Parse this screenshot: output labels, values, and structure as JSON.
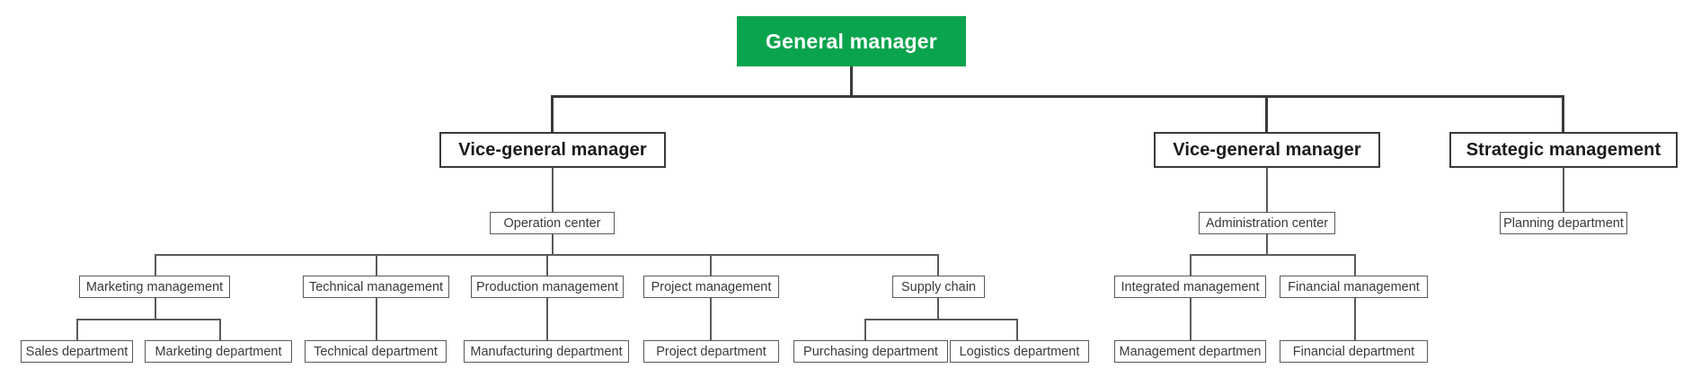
{
  "chart_data": {
    "type": "diagram",
    "subtype": "org-chart",
    "title": "",
    "orientation": "top-down",
    "colors": {
      "root_fill": "#0BA44E",
      "root_text": "#FFFFFF",
      "level1_border": "#3A3A3A",
      "node_border": "#5A5A5A",
      "node_text": "#3A3A3A",
      "connector": "#3A3A3A",
      "background": "#FFFFFF"
    },
    "nodes": [
      {
        "id": "general-manager",
        "label": "General manager",
        "level": 0,
        "parent": null
      },
      {
        "id": "vice-general-manager-1",
        "label": "Vice-general manager",
        "level": 1,
        "parent": "general-manager"
      },
      {
        "id": "vice-general-manager-2",
        "label": "Vice-general manager",
        "level": 1,
        "parent": "general-manager"
      },
      {
        "id": "strategic-management",
        "label": "Strategic management",
        "level": 1,
        "parent": "general-manager"
      },
      {
        "id": "operation-center",
        "label": "Operation center",
        "level": 2,
        "parent": "vice-general-manager-1"
      },
      {
        "id": "administration-center",
        "label": "Administration center",
        "level": 2,
        "parent": "vice-general-manager-2"
      },
      {
        "id": "planning-department",
        "label": "Planning department",
        "level": 2,
        "parent": "strategic-management"
      },
      {
        "id": "marketing-management",
        "label": "Marketing management",
        "level": 3,
        "parent": "operation-center"
      },
      {
        "id": "technical-management",
        "label": "Technical management",
        "level": 3,
        "parent": "operation-center"
      },
      {
        "id": "production-management",
        "label": "Production management",
        "level": 3,
        "parent": "operation-center"
      },
      {
        "id": "project-management",
        "label": "Project management",
        "level": 3,
        "parent": "operation-center"
      },
      {
        "id": "supply-chain",
        "label": "Supply chain",
        "level": 3,
        "parent": "operation-center"
      },
      {
        "id": "integrated-management",
        "label": "Integrated management",
        "level": 3,
        "parent": "administration-center"
      },
      {
        "id": "financial-management",
        "label": "Financial management",
        "level": 3,
        "parent": "administration-center"
      },
      {
        "id": "sales-department",
        "label": "Sales department",
        "level": 4,
        "parent": "marketing-management"
      },
      {
        "id": "marketing-department",
        "label": "Marketing department",
        "level": 4,
        "parent": "marketing-management"
      },
      {
        "id": "technical-department",
        "label": "Technical department",
        "level": 4,
        "parent": "technical-management"
      },
      {
        "id": "manufacturing-department",
        "label": "Manufacturing department",
        "level": 4,
        "parent": "production-management"
      },
      {
        "id": "project-department",
        "label": "Project department",
        "level": 4,
        "parent": "project-management"
      },
      {
        "id": "purchasing-department",
        "label": "Purchasing department",
        "level": 4,
        "parent": "supply-chain"
      },
      {
        "id": "logistics-department",
        "label": "Logistics department",
        "level": 4,
        "parent": "supply-chain"
      },
      {
        "id": "management-department",
        "label": "Management departmen",
        "level": 4,
        "parent": "integrated-management"
      },
      {
        "id": "financial-department",
        "label": "Financial department",
        "level": 4,
        "parent": "financial-management"
      }
    ]
  },
  "nodes": {
    "general_manager": "General manager",
    "vice_general_manager_1": "Vice-general manager",
    "vice_general_manager_2": "Vice-general manager",
    "strategic_management": "Strategic management",
    "operation_center": "Operation center",
    "administration_center": "Administration center",
    "planning_department": "Planning department",
    "marketing_management": "Marketing management",
    "technical_management": "Technical management",
    "production_management": "Production management",
    "project_management": "Project management",
    "supply_chain": "Supply chain",
    "integrated_management": "Integrated management",
    "financial_management": "Financial management",
    "sales_department": "Sales department",
    "marketing_department": "Marketing department",
    "technical_department": "Technical department",
    "manufacturing_department": "Manufacturing department",
    "project_department": "Project department",
    "purchasing_department": "Purchasing department",
    "logistics_department": "Logistics department",
    "management_department": "Management departmen",
    "financial_department": "Financial department"
  }
}
